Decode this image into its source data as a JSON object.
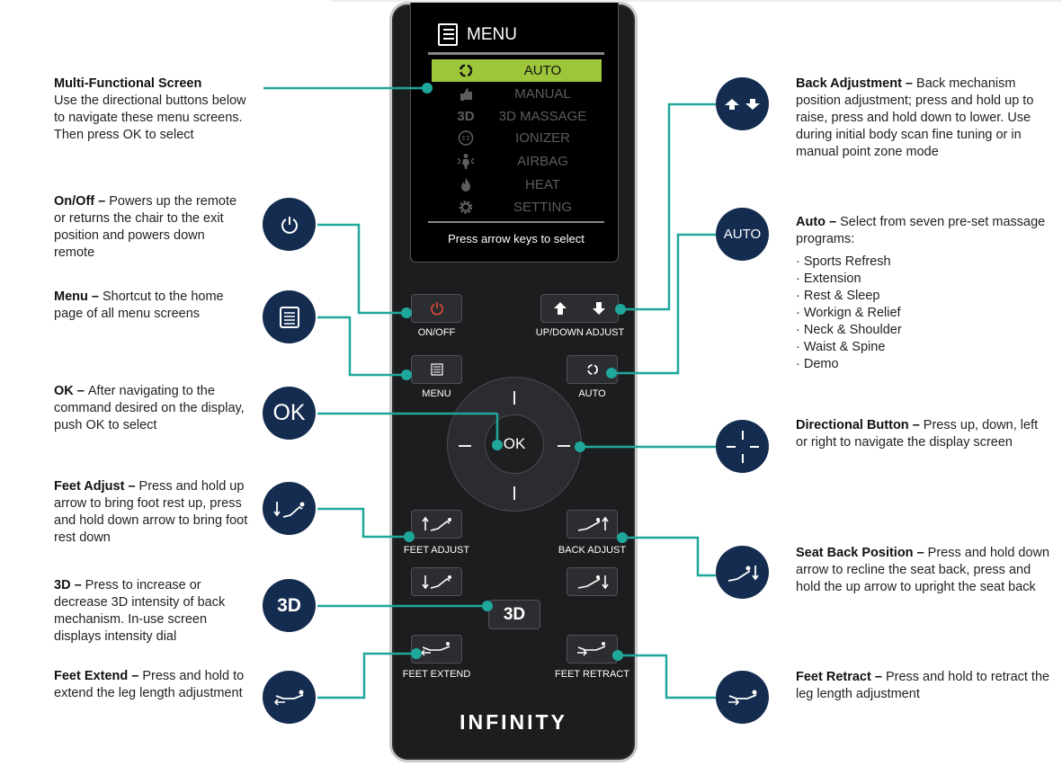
{
  "remote": {
    "screen_title": "MENU",
    "menu_items": [
      {
        "label": "AUTO",
        "icon": "cycle-icon"
      },
      {
        "label": "MANUAL",
        "icon": "thumb-icon"
      },
      {
        "label": "3D MASSAGE",
        "icon": "3d-icon",
        "icon_text": "3D"
      },
      {
        "label": "IONIZER",
        "icon": "ionizer-icon"
      },
      {
        "label": "AIRBAG",
        "icon": "airbag-icon"
      },
      {
        "label": "HEAT",
        "icon": "flame-icon"
      },
      {
        "label": "SETTING",
        "icon": "gear-icon"
      }
    ],
    "hint": "Press arrow keys to select",
    "buttons": {
      "onoff": "ON/OFF",
      "updown": "UP/DOWN ADJUST",
      "menu": "MENU",
      "auto": "AUTO",
      "ok": "OK",
      "feet_adjust": "FEET ADJUST",
      "back_adjust": "BACK ADJUST",
      "three_d": "3D",
      "feet_extend": "FEET EXTEND",
      "feet_retract": "FEET RETRACT"
    },
    "brand": "INFINITY",
    "accent_color": "#9ec63b",
    "power_color": "#e5483b"
  },
  "callouts": {
    "circle_color": "#142c4f",
    "line_color": "#1fa79b",
    "auto_circle_label": "AUTO",
    "ok_circle_label": "OK",
    "three_d_circle_label": "3D",
    "screen": {
      "title": "Multi-Functional Screen",
      "text": "Use the directional buttons below to navigate these menu screens. Then press OK to select"
    },
    "onoff": {
      "title": "On/Off – ",
      "text": "Powers up the remote or returns the chair to the exit position and powers down remote"
    },
    "menu": {
      "title": "Menu – ",
      "text": "Shortcut to the home page of all menu screens"
    },
    "ok": {
      "title": "OK – ",
      "text": "After navigating to the command desired on the display, push OK to select"
    },
    "feet_adjust": {
      "title": "Feet Adjust – ",
      "text": "Press and hold up arrow to bring foot rest up, press and hold down arrow to bring foot rest down"
    },
    "three_d": {
      "title": "3D – ",
      "text": "Press to increase or decrease 3D intensity of back mechanism. In-use screen displays intensity dial"
    },
    "feet_extend": {
      "title": "Feet Extend – ",
      "text": "Press and hold to extend the leg length adjustment"
    },
    "back_adjustment": {
      "title": "Back Adjustment – ",
      "text": "Back mechanism position adjustment; press and hold up to raise, press and hold down to lower. Use during initial body scan fine tuning or in manual point zone mode"
    },
    "auto": {
      "title": "Auto – ",
      "text": "Select from seven pre-set massage programs:",
      "programs": [
        "· Sports Refresh",
        "· Extension",
        "· Rest & Sleep",
        "· Workign & Relief",
        "· Neck & Shoulder",
        "· Waist & Spine",
        "· Demo"
      ]
    },
    "directional": {
      "title": "Directional Button – ",
      "text": "Press up, down, left or right to navigate the display screen"
    },
    "seat_back": {
      "title": "Seat Back Position – ",
      "text": "Press and hold down arrow to recline the seat back, press and hold the up arrow to upright the seat back"
    },
    "feet_retract": {
      "title": "Feet Retract – ",
      "text": "Press and hold  to retract the leg length adjustment"
    }
  }
}
